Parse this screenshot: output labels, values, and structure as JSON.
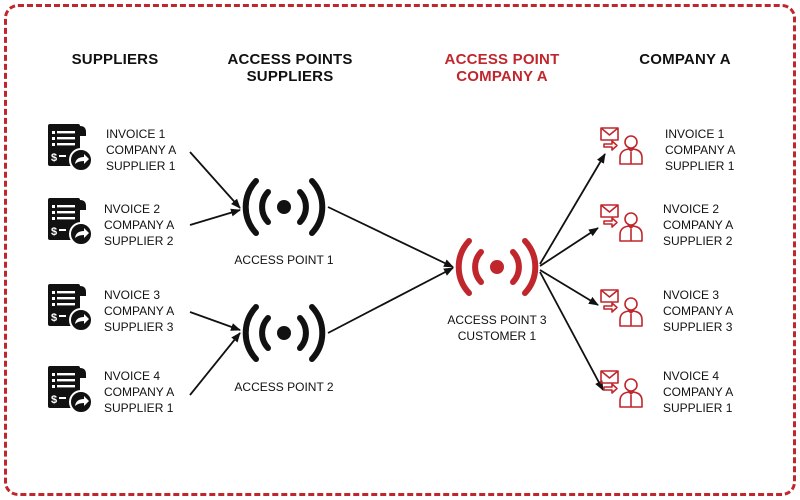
{
  "colors": {
    "accent": "#c0272d",
    "ink": "#111111"
  },
  "columns": {
    "suppliers": {
      "title": [
        "SUPPLIERS"
      ]
    },
    "access_points_suppliers": {
      "title": [
        "ACCESS POINTS",
        "SUPPLIERS"
      ]
    },
    "access_point_company": {
      "title": [
        "ACCESS POINT",
        "COMPANY A"
      ]
    },
    "company": {
      "title": [
        "COMPANY A"
      ]
    }
  },
  "suppliers": [
    {
      "icon": "invoice-icon",
      "lines": [
        "INVOICE 1",
        "COMPANY A",
        "SUPPLIER 1"
      ]
    },
    {
      "icon": "invoice-icon",
      "lines": [
        "NVOICE 2",
        "COMPANY A",
        "SUPPLIER 2"
      ]
    },
    {
      "icon": "invoice-icon",
      "lines": [
        "NVOICE 3",
        "COMPANY A",
        "SUPPLIER 3"
      ]
    },
    {
      "icon": "invoice-icon",
      "lines": [
        "NVOICE 4",
        "COMPANY A",
        "SUPPLIER 1"
      ]
    }
  ],
  "access_points": [
    {
      "icon": "broadcast-icon",
      "lines": [
        "ACCESS POINT 1"
      ]
    },
    {
      "icon": "broadcast-icon",
      "lines": [
        "ACCESS POINT 2"
      ]
    }
  ],
  "hub": {
    "icon": "broadcast-icon",
    "lines": [
      "ACCESS POINT 3",
      "CUSTOMER 1"
    ]
  },
  "recipients": [
    {
      "icon": "recipient-mail-icon",
      "lines": [
        "INVOICE 1",
        "COMPANY A",
        "SUPPLIER 1"
      ]
    },
    {
      "icon": "recipient-mail-icon",
      "lines": [
        "NVOICE 2",
        "COMPANY A",
        "SUPPLIER 2"
      ]
    },
    {
      "icon": "recipient-mail-icon",
      "lines": [
        "NVOICE 3",
        "COMPANY A",
        "SUPPLIER 3"
      ]
    },
    {
      "icon": "recipient-mail-icon",
      "lines": [
        "NVOICE 4",
        "COMPANY A",
        "SUPPLIER 1"
      ]
    }
  ]
}
